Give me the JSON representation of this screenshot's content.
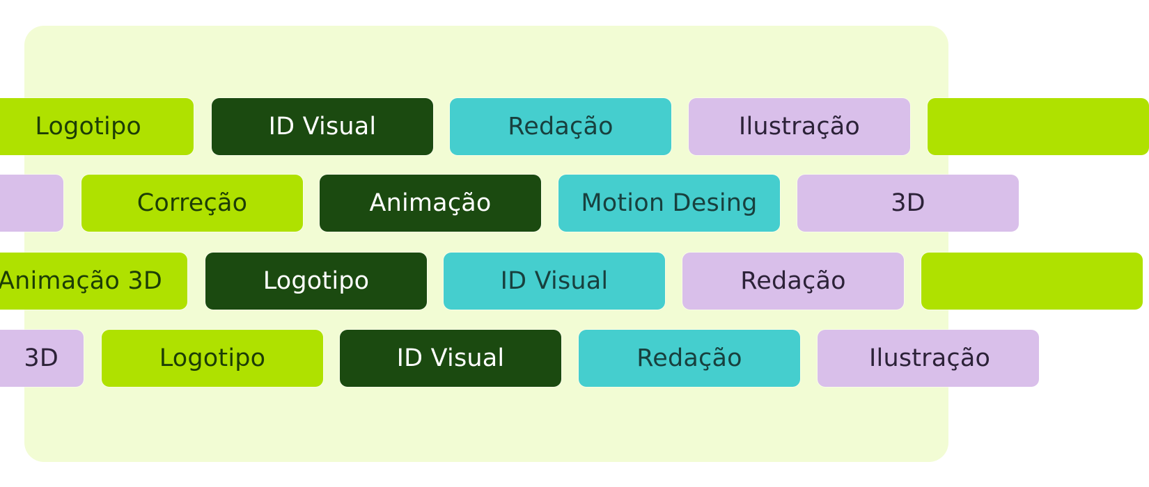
{
  "rows": [
    {
      "tags": [
        {
          "label": "Logotipo",
          "color": "lime"
        },
        {
          "label": "ID Visual",
          "color": "forest"
        },
        {
          "label": "Redação",
          "color": "teal"
        },
        {
          "label": "Ilustração",
          "color": "lilac"
        },
        {
          "label": "",
          "color": "lime"
        }
      ]
    },
    {
      "tags": [
        {
          "label": "",
          "color": "lilac"
        },
        {
          "label": "Correção",
          "color": "lime"
        },
        {
          "label": "Animação",
          "color": "forest"
        },
        {
          "label": "Motion Desing",
          "color": "teal"
        },
        {
          "label": "3D",
          "color": "lilac"
        }
      ]
    },
    {
      "tags": [
        {
          "label": "Animação 3D",
          "color": "lime"
        },
        {
          "label": "Logotipo",
          "color": "forest"
        },
        {
          "label": "ID Visual",
          "color": "teal"
        },
        {
          "label": "Redação",
          "color": "lilac"
        },
        {
          "label": "",
          "color": "lime"
        }
      ]
    },
    {
      "tags": [
        {
          "label": "3D",
          "color": "lilac"
        },
        {
          "label": "Logotipo",
          "color": "lime"
        },
        {
          "label": "ID Visual",
          "color": "forest"
        },
        {
          "label": "Redação",
          "color": "teal"
        },
        {
          "label": "Ilustração",
          "color": "lilac"
        }
      ]
    }
  ],
  "colors": {
    "lime": "#afe100",
    "forest": "#1b4a10",
    "teal": "#45cece",
    "lilac": "#d9bfea",
    "panel": "#f2fcd4"
  }
}
